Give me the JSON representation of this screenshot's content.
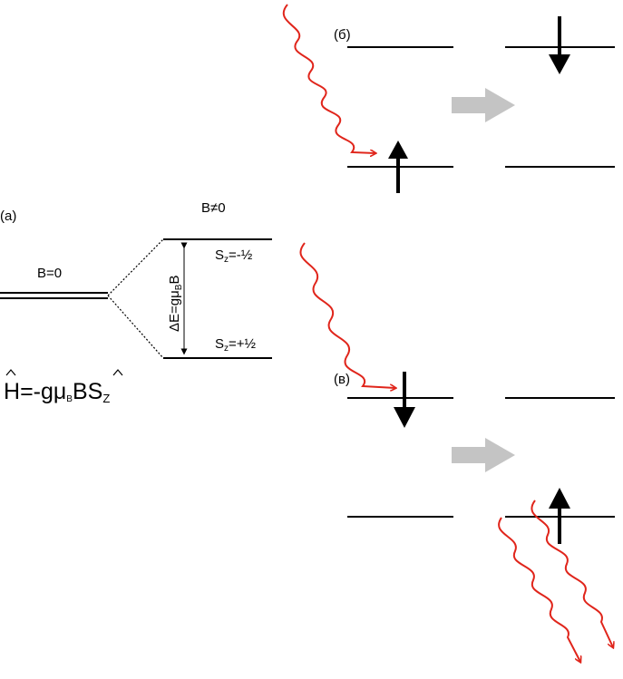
{
  "panel_a": {
    "label": "(a)",
    "b_zero": "B=0",
    "b_nonzero": "B≠0",
    "upper_state": {
      "s": "S",
      "sub": "z",
      "eq": "=-½"
    },
    "lower_state": {
      "s": "S",
      "sub": "z",
      "eq": "=+½"
    },
    "gap": {
      "main": "ΔE=gμ",
      "sub": "B",
      "tail": "B"
    },
    "hamiltonian": {
      "h": "H",
      "mid": "=-gμ",
      "sub_b": "B",
      "b": "B",
      "s": "S",
      "sub_z": "Z"
    }
  },
  "panel_b": {
    "label": "(б)"
  },
  "panel_c": {
    "label": "(в)"
  },
  "colors": {
    "photon": "#e0251b",
    "arrow_gray": "#c4c4c4",
    "line": "#000000"
  },
  "icons": [
    "wavy-photon-arrow",
    "spin-up-arrow",
    "spin-down-arrow",
    "transition-arrow"
  ]
}
